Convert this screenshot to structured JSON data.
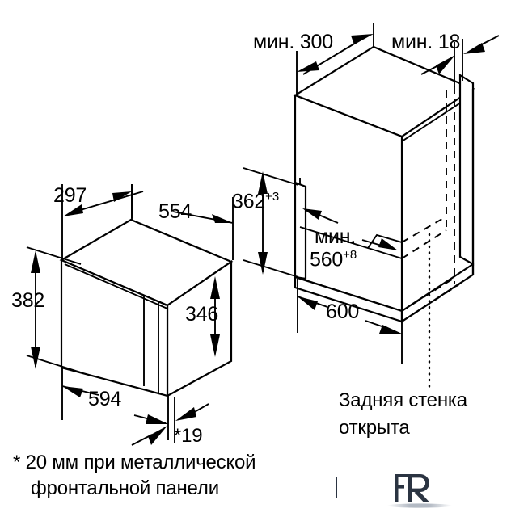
{
  "document": {
    "type": "installation-dimension-drawing",
    "language": "ru",
    "units": "mm"
  },
  "appliance": {
    "name": "built-in-microwave",
    "dimensions": {
      "depth_top": "297",
      "width_top": "554",
      "height_front": "382",
      "height_side": "346",
      "width_front": "594",
      "door_thickness": "*19"
    }
  },
  "cabinet": {
    "name": "niche-cutout",
    "dimensions": {
      "side_clearance": "мин. 300",
      "top_overhang": "мин. 18",
      "niche_height": "362",
      "niche_height_tol": "+3",
      "niche_width": "мин.",
      "niche_width_value": "560",
      "niche_width_tol": "+8",
      "cabinet_depth": "600"
    },
    "note": {
      "line1": "Задняя стенка",
      "line2": "открыта"
    }
  },
  "labels": {
    "depth_297": "297",
    "width_554": "554",
    "height_382": "382",
    "height_346": "346",
    "width_594": "594",
    "door_19": "*19",
    "min_300": "мин. 300",
    "min_18": "мин. 18",
    "niche_362": "362",
    "niche_362_sup": "+3",
    "niche_min": "мин.",
    "niche_560": "560",
    "niche_560_sup": "+8",
    "depth_600": "600",
    "back_wall_line1": "Задняя стенка",
    "back_wall_line2": "открыта"
  },
  "footnote": {
    "line1": "* 20 мм при металлической",
    "line2": "фронтальной панели"
  },
  "watermark": {
    "text": "FR",
    "color": "#2b3442"
  },
  "colors": {
    "stroke": "#000000",
    "background": "#ffffff",
    "watermark": "#2b3442"
  }
}
